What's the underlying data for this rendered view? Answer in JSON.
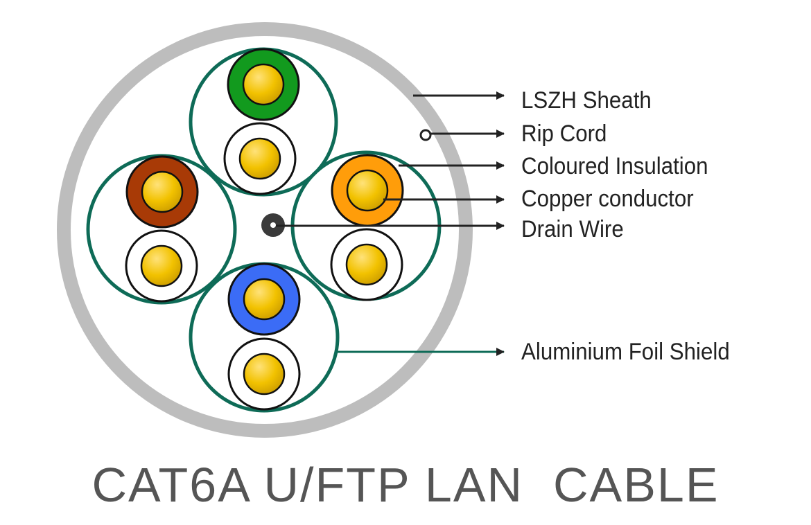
{
  "title": "CAT6A U/FTP LAN  CABLE",
  "labels": {
    "sheath": "LSZH Sheath",
    "rip_cord": "Rip Cord",
    "insulation": "Coloured Insulation",
    "conductor": "Copper conductor",
    "drain": "Drain Wire",
    "foil": "Aluminium Foil Shield"
  },
  "colors": {
    "sheath": "#bdbdbd",
    "foil_shield": "#0e6b57",
    "conductor": "#f2c200",
    "conductor_highlight": "#ffe27a",
    "drain_wire": "#3a3a3a",
    "pair_top": "#129a1e",
    "pair_left": "#a83a06",
    "pair_right": "#ff9d0a",
    "pair_bottom": "#3b6cf6",
    "white_insulation": "#ffffff",
    "text": "#222222",
    "title": "#555555"
  }
}
